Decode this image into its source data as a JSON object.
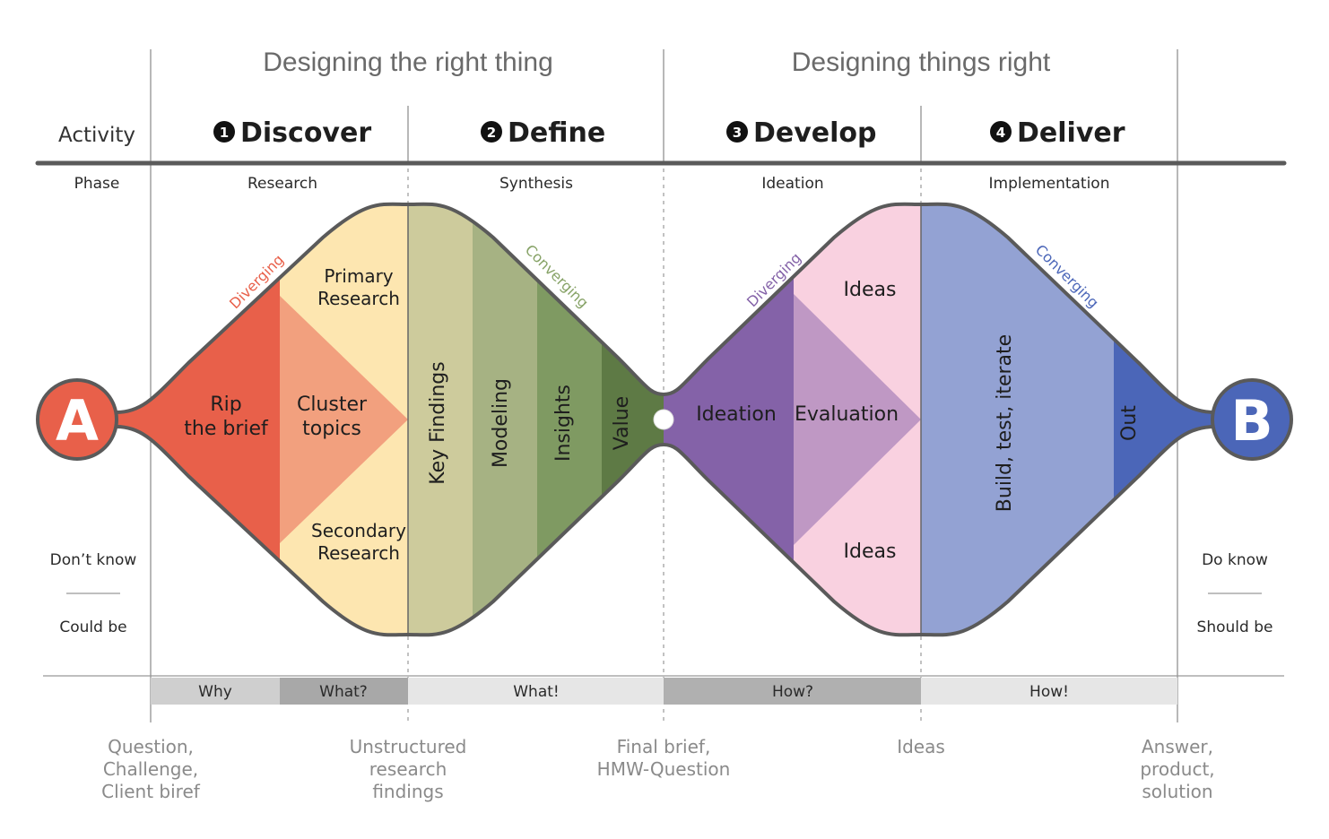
{
  "header": {
    "left_section": "Designing  the right thing",
    "right_section": "Designing things right",
    "activity_label": "Activity",
    "phase_label": "Phase"
  },
  "phases": [
    {
      "number": "1",
      "name": "Discover",
      "activity": "Research"
    },
    {
      "number": "2",
      "name": "Define",
      "activity": "Synthesis"
    },
    {
      "number": "3",
      "name": "Develop",
      "activity": "Ideation"
    },
    {
      "number": "4",
      "name": "Deliver",
      "activity": "Implementation"
    }
  ],
  "nodes": {
    "start": "A",
    "end": "B"
  },
  "directions": {
    "discover": "Diverging",
    "define": "Converging",
    "develop": "Diverging",
    "deliver": "Converging"
  },
  "discover": {
    "rip_line1": "Rip",
    "rip_line2": "the brief",
    "cluster_line1": "Cluster",
    "cluster_line2": "topics",
    "primary_line1": "Primary",
    "primary_line2": "Research",
    "secondary_line1": "Secondary",
    "secondary_line2": "Research"
  },
  "define": {
    "key_findings": "Key Findings",
    "modeling": "Modeling",
    "insights": "Insights",
    "value": "Value"
  },
  "develop": {
    "ideation": "Ideation",
    "evaluation": "Evaluation",
    "ideas_top": "Ideas",
    "ideas_bottom": "Ideas"
  },
  "deliver": {
    "build": "Build, test, iterate",
    "out": "Out"
  },
  "side_labels": {
    "left_top": "Don’t know",
    "left_bottom": "Could be",
    "right_top": "Do know",
    "right_bottom": "Should be"
  },
  "strip": {
    "why": "Why",
    "what_q": "What?",
    "what_ex": "What!",
    "how_q": "How?",
    "how_ex": "How!"
  },
  "outputs": {
    "start": [
      "Question,",
      "Challenge,",
      "Client biref"
    ],
    "research": [
      "Unstructured",
      "research",
      "findings"
    ],
    "brief": [
      "Final brief,",
      "HMW-Question"
    ],
    "ideas": [
      "Ideas"
    ],
    "end": [
      "Answer,",
      "product,",
      "solution"
    ]
  },
  "colors": {
    "rip": "#e8604a",
    "cluster": "#f2a07e",
    "research": "#fde6b0",
    "key_findings": "#cdcb9c",
    "modeling": "#a6b283",
    "insights": "#7f9a62",
    "value": "#5e7a45",
    "ideation": "#8462a8",
    "evaluation": "#bf98c4",
    "ideas": "#f9d1e0",
    "build": "#93a2d3",
    "out": "#4b66b8",
    "node_a": "#e8604a",
    "node_b": "#4b66b8",
    "outline": "#5a5a5a"
  }
}
